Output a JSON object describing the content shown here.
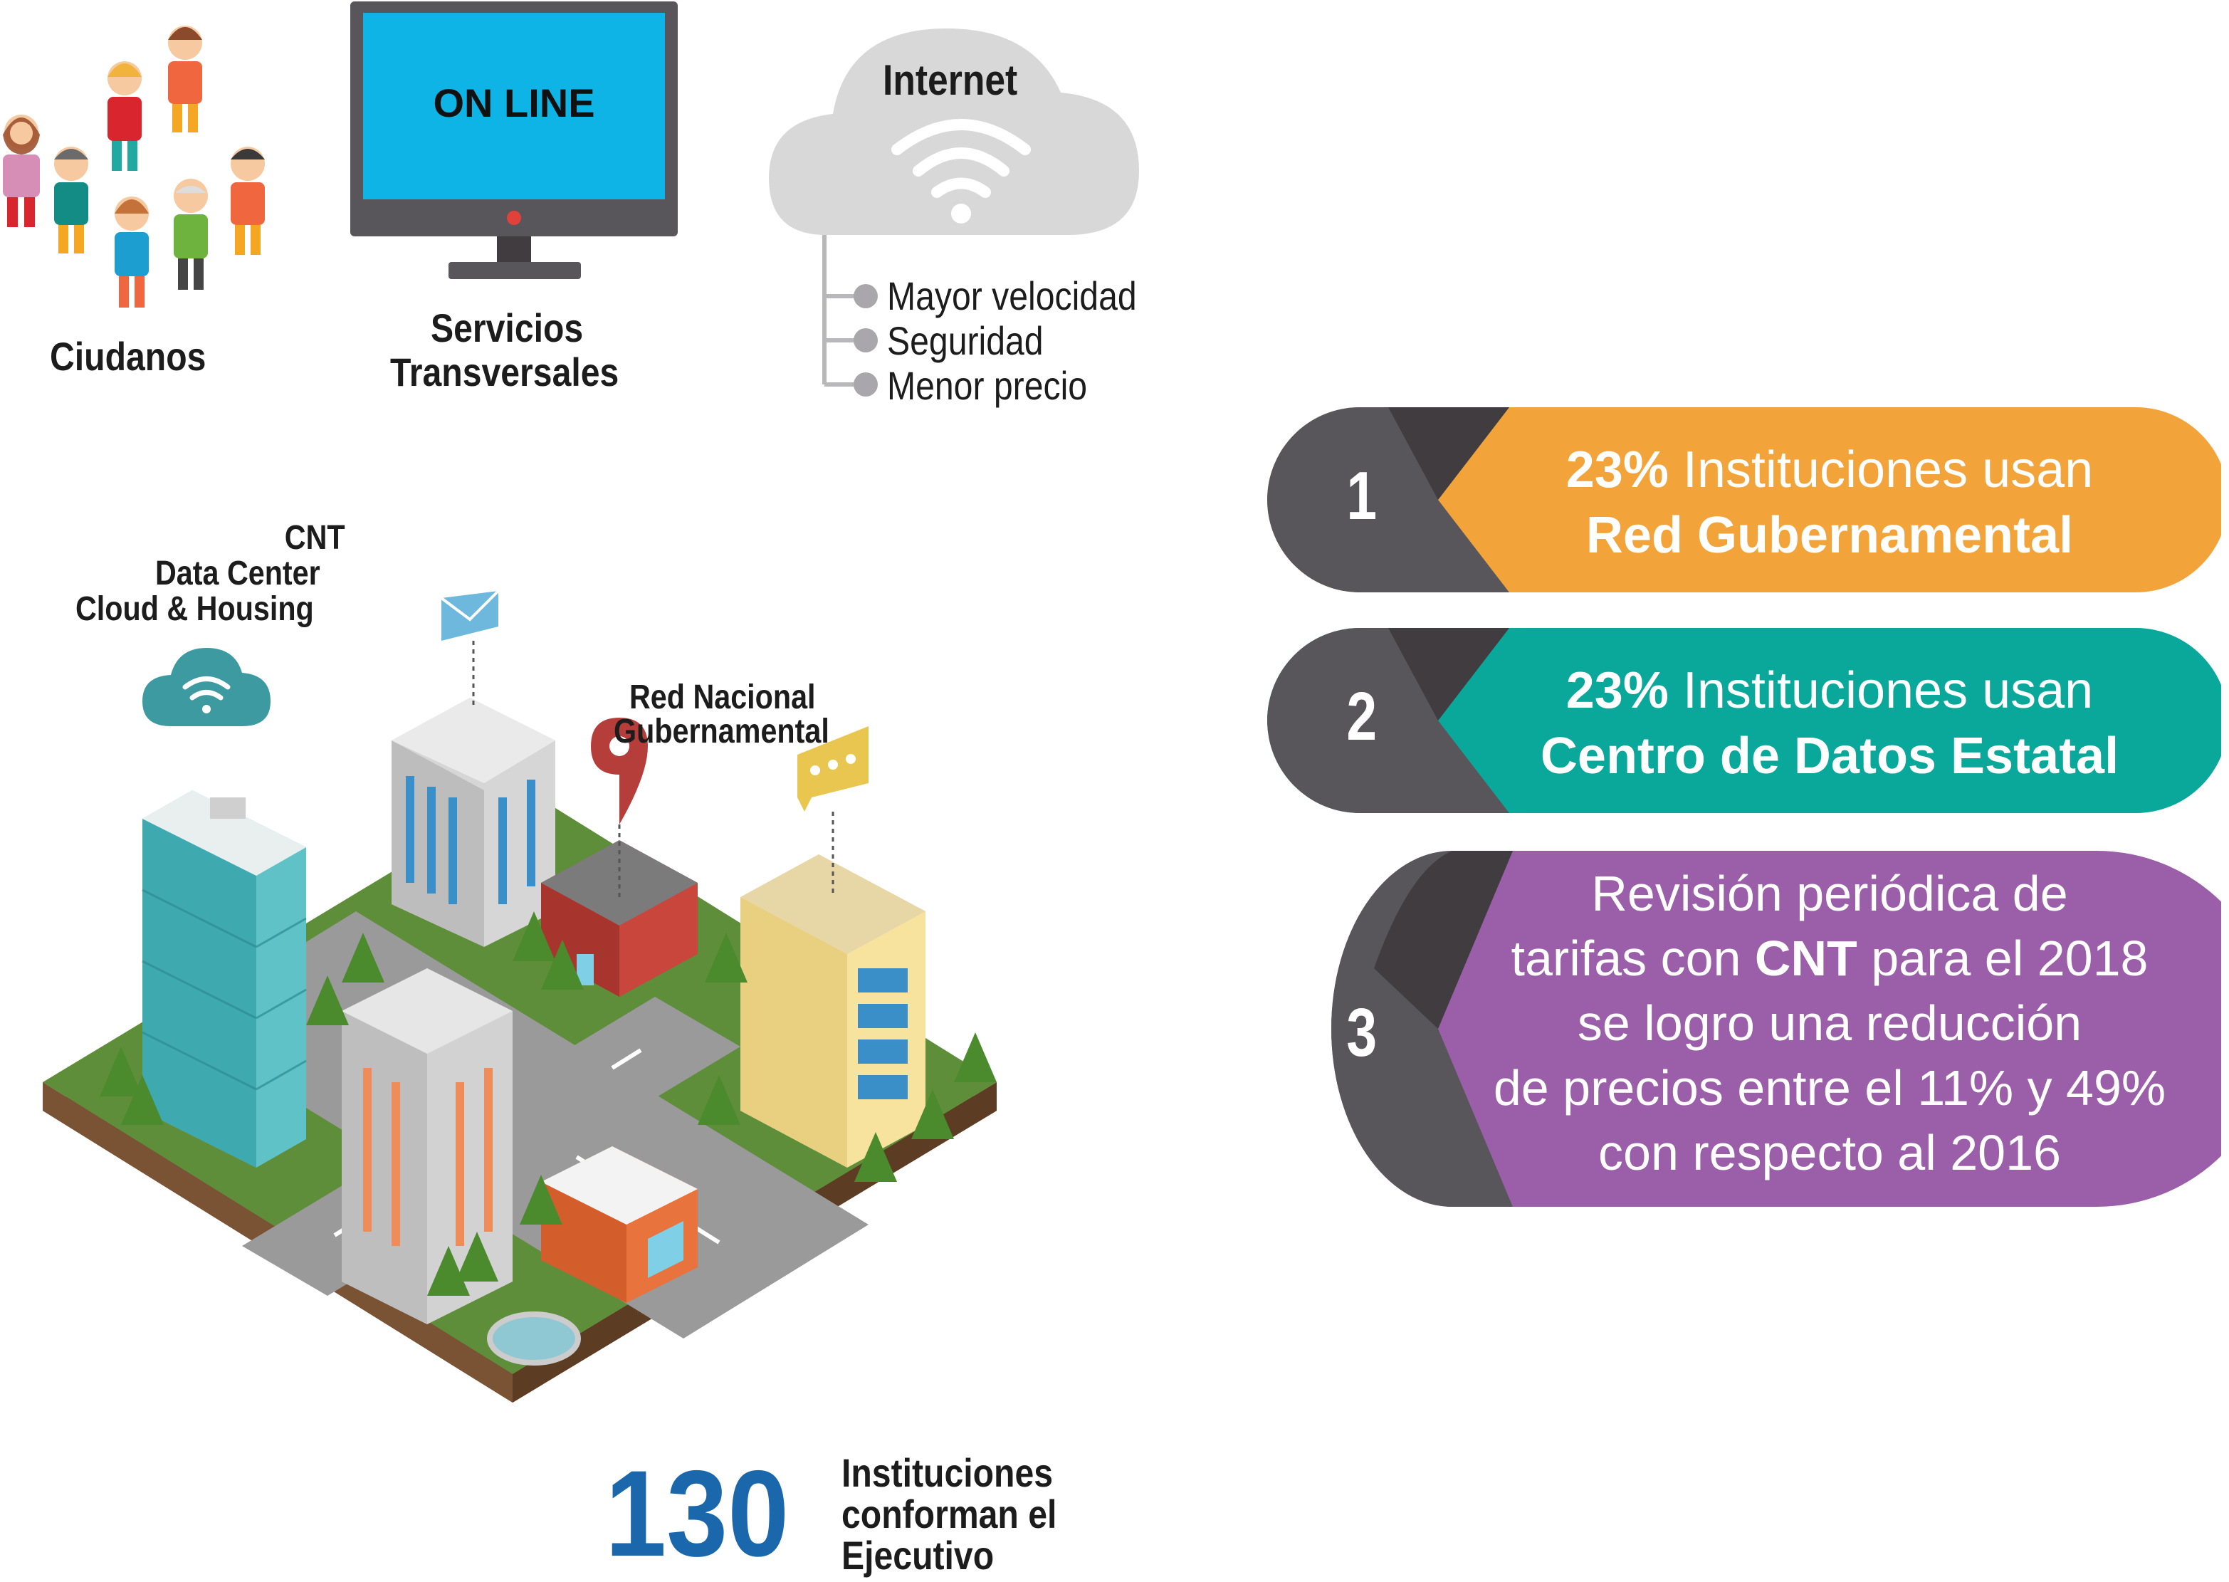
{
  "top": {
    "citizens_label": "Ciudanos",
    "monitor_screen_text": "ON LINE",
    "services_label_line1": "Servicios",
    "services_label_line2": "Transversales",
    "internet_title": "Internet",
    "internet_features": [
      "Mayor velocidad",
      "Seguridad",
      "Menor precio"
    ]
  },
  "city": {
    "datacenter_label_lines": [
      "CNT",
      "Data Center",
      "Cloud & Housing"
    ],
    "network_label_lines": [
      "Red Nacional",
      "Gubernamental"
    ]
  },
  "footer": {
    "count": "130",
    "caption_lines": [
      "Instituciones",
      "conforman el",
      "Ejecutivo"
    ]
  },
  "stats": [
    {
      "number": "1",
      "percent": "23%",
      "text": "Instituciones usan",
      "bold_line": "Red Gubernamental"
    },
    {
      "number": "2",
      "percent": "23%",
      "text": "Instituciones usan",
      "bold_line": "Centro de Datos Estatal"
    },
    {
      "number": "3",
      "line1": "Revisión periódica de",
      "line2_a": "tarifas  con",
      "line2_b": "CNT",
      "line2_c": "para el 2018",
      "line3": "se logro una reducción",
      "line4": "de precios entre el 11% y 49%",
      "line5": "con respecto al 2016"
    }
  ],
  "colors": {
    "orange": "#F2A43A",
    "teal": "#0AA89A",
    "purple": "#9B5EA8",
    "dark_gray": "#58565B",
    "darker_gray": "#403C40",
    "blue_number": "#1B67AC",
    "screen_blue": "#0FB4E6",
    "cloud_gray": "#D8D8D9"
  }
}
